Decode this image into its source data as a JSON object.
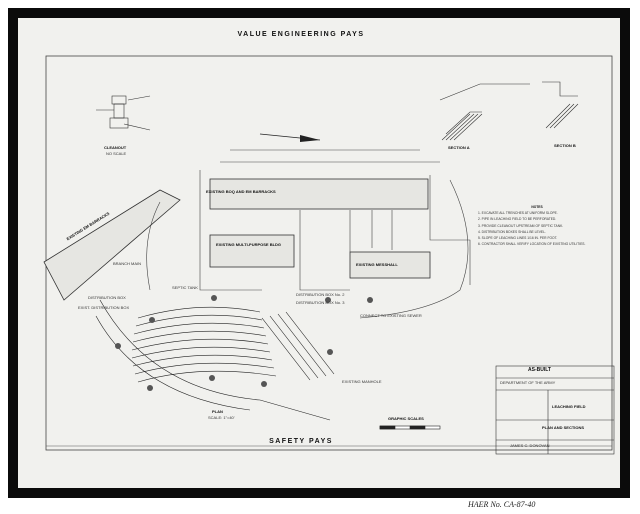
{
  "sheet": {
    "top_banner": "VALUE ENGINEERING PAYS",
    "bottom_banner": "SAFETY PAYS",
    "archive_caption": "HAER No. CA-87-40"
  },
  "drawing": {
    "buildings": [
      "EXISTING BOQ AND EM BARRACKS",
      "EXISTING MULTI-PURPOSE BLDG",
      "EXISTING MESSHALL",
      "EXISTING EM BARRACKS"
    ],
    "callouts": [
      "BRANCH MAIN",
      "DISTRIBUTION BOX",
      "SEPTIC TANK",
      "EXIST. DISTRIBUTION BOX",
      "DISTRIBUTION BOX No. 2",
      "DISTRIBUTION BOX No. 3",
      "CONNECT TO EXISTING SEWER",
      "EXISTING MANHOLE"
    ],
    "labels": {
      "cleanout": "CLEANOUT",
      "cleanout_scale": "NO SCALE",
      "plan": "PLAN",
      "plan_scale": "SCALE: 1\"=40'",
      "graphic_scales": "GRAPHIC SCALES",
      "section_a": "SECTION A",
      "section_b": "SECTION B",
      "notes_heading": "NOTES"
    },
    "notes": [
      "1. EXCAVATE ALL TRENCHES AT UNIFORM SLOPE.",
      "2. PIPE IN LEACHING FIELD TO BE PERFORATED.",
      "3. PROVIDE CLEANOUT UPSTREAM OF SEPTIC TANK.",
      "4. DISTRIBUTION BOXES SHALL BE LEVEL.",
      "5. SLOPE OF LEACHING LINES 1/16 IN. PER FOOT.",
      "6. CONTRACTOR SHALL VERIFY LOCATION OF EXISTING UTILITIES."
    ],
    "title_block": {
      "stamp": "AS-BUILT",
      "department": "DEPARTMENT OF THE ARMY",
      "project": "LEACHING FIELD",
      "sheet_title": "PLAN AND SECTIONS",
      "signature": "JAMES C. DONOVAN"
    }
  }
}
